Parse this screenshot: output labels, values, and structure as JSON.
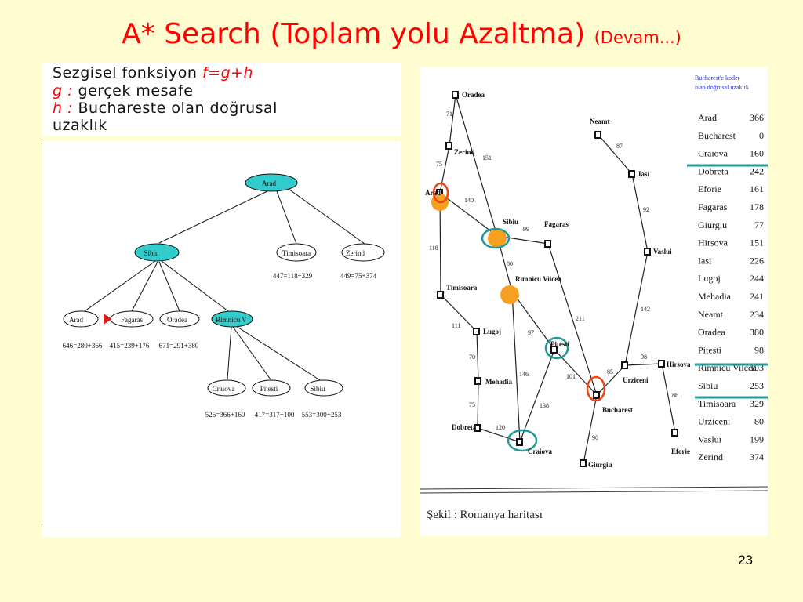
{
  "title": {
    "main": "A* Search (Toplam yolu Azaltma)",
    "subtitle": "(Devam...)"
  },
  "heuristic": {
    "line1_label": "Sezgisel fonksiyon ",
    "line1_formula": "f=g+h",
    "line2_var": "g :",
    "line2_text": " gerçek mesafe",
    "line3_var": "h :",
    "line3_text": " Buchareste olan doğrusal",
    "line4_text": "uzaklık"
  },
  "tree": {
    "nodes": {
      "arad": "Arad",
      "sibiu": "Sibiu",
      "timisoara": "Timisoara",
      "zerind": "Zerind",
      "arad2": "Arad",
      "fagaras": "Fagaras",
      "oradea": "Oradea",
      "rimnicu": "Rimnicu V",
      "craiova": "Craiova",
      "pitesti": "Pitesti",
      "sibiu2": "Sibiu"
    },
    "costs": {
      "timisoara": "447=118+329",
      "zerind": "449=75+374",
      "arad2": "646=280+366",
      "fagaras": "415=239+176",
      "oradea": "671=291+380",
      "craiova": "526=366+160",
      "pitesti": "417=317+100",
      "sibiu2": "553=300+253"
    }
  },
  "map": {
    "cities": {
      "oradea": "Oradea",
      "zerind": "Zerind",
      "arad": "Arad",
      "sibiu": "Sibiu",
      "fagaras": "Fagaras",
      "timisoara": "Timisoara",
      "rimnicu": "Rimnicu Vilcea",
      "lugoj": "Lugoj",
      "pitesti": "Pitesti",
      "mehadia": "Mehadia",
      "dobreta": "Dobreta",
      "craiova": "Craiova",
      "bucharest": "Bucharest",
      "giurgiu": "Giurgiu",
      "urziceni": "Urziceni",
      "hirsova": "Hirsova",
      "eforie": "Eforie",
      "vaslui": "Vaslui",
      "iasi": "Iasi",
      "neamt": "Neamt"
    },
    "distances": {
      "oradea_zerind": "71",
      "zerind_arad": "75",
      "oradea_sibiu": "151",
      "arad_sibiu": "140",
      "arad_timisoara": "118",
      "sibiu_fagaras": "99",
      "sibiu_rimnicu": "80",
      "timisoara_lugoj": "111",
      "lugoj_mehadia": "70",
      "mehadia_dobreta": "75",
      "dobreta_craiova": "120",
      "rimnicu_pitesti": "97",
      "rimnicu_craiova": "146",
      "craiova_pitesti": "138",
      "fagaras_bucharest": "211",
      "pitesti_bucharest": "101",
      "bucharest_giurgiu": "90",
      "bucharest_urziceni": "85",
      "urziceni_hirsova": "98",
      "hirsova_eforie": "86",
      "urziceni_vaslui": "142",
      "vaslui_iasi": "92",
      "iasi_neamt": "87"
    },
    "table_title_line1": "Bucharest'e koder",
    "table_title_line2": "olan doğrusal uzaklık",
    "table": [
      {
        "city": "Arad",
        "value": "366"
      },
      {
        "city": "Bucharest",
        "value": "0"
      },
      {
        "city": "Craiova",
        "value": "160"
      },
      {
        "city": "Dobreta",
        "value": "242"
      },
      {
        "city": "Eforie",
        "value": "161"
      },
      {
        "city": "Fagaras",
        "value": "178"
      },
      {
        "city": "Giurgiu",
        "value": "77"
      },
      {
        "city": "Hirsova",
        "value": "151"
      },
      {
        "city": "Iasi",
        "value": "226"
      },
      {
        "city": "Lugoj",
        "value": "244"
      },
      {
        "city": "Mehadia",
        "value": "241"
      },
      {
        "city": "Neamt",
        "value": "234"
      },
      {
        "city": "Oradea",
        "value": "380"
      },
      {
        "city": "Pitesti",
        "value": "98"
      },
      {
        "city": "Rimnicu Vilcea",
        "value": "193"
      },
      {
        "city": "Sibiu",
        "value": "253"
      },
      {
        "city": "Timisoara",
        "value": "329"
      },
      {
        "city": "Urziceni",
        "value": "80"
      },
      {
        "city": "Vaslui",
        "value": "199"
      },
      {
        "city": "Zerind",
        "value": "374"
      }
    ],
    "caption": "Şekil : Romanya haritası"
  },
  "page_number": "23",
  "colors": {
    "background": "#fffdd0",
    "title": "#ff0000",
    "expanded_node": "#33cccc",
    "highlight_ring_red": "#ee4411",
    "highlight_ring_teal": "#229999",
    "visited_dot": "#f5a020",
    "table_title": "#2233cc"
  }
}
